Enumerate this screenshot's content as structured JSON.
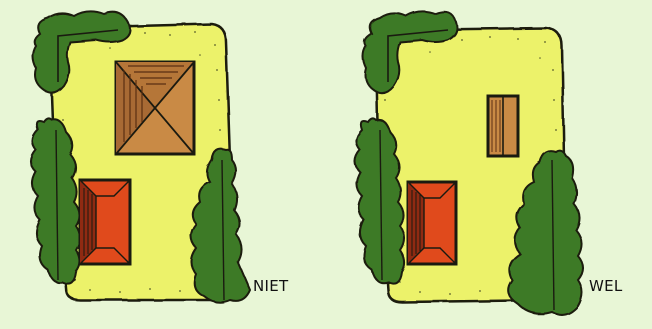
{
  "panels": [
    {
      "id": "left",
      "caption": "NIET"
    },
    {
      "id": "right",
      "caption": "WEL"
    }
  ],
  "colors": {
    "background": "#e8f6d6",
    "lawn": "#ecf26a",
    "lawn_outline": "#1a1a10",
    "hedge": "#3e7a26",
    "hedge_dark": "#27531a",
    "roof_brown": "#c98a45",
    "roof_brown_dark": "#8a5126",
    "roof_red": "#e04a1c",
    "roof_red_dark": "#8f2a12",
    "stipple": "#5a5f2c"
  },
  "icons": [
    "tree-hedge-icon",
    "roof-icon",
    "lawn-icon"
  ]
}
